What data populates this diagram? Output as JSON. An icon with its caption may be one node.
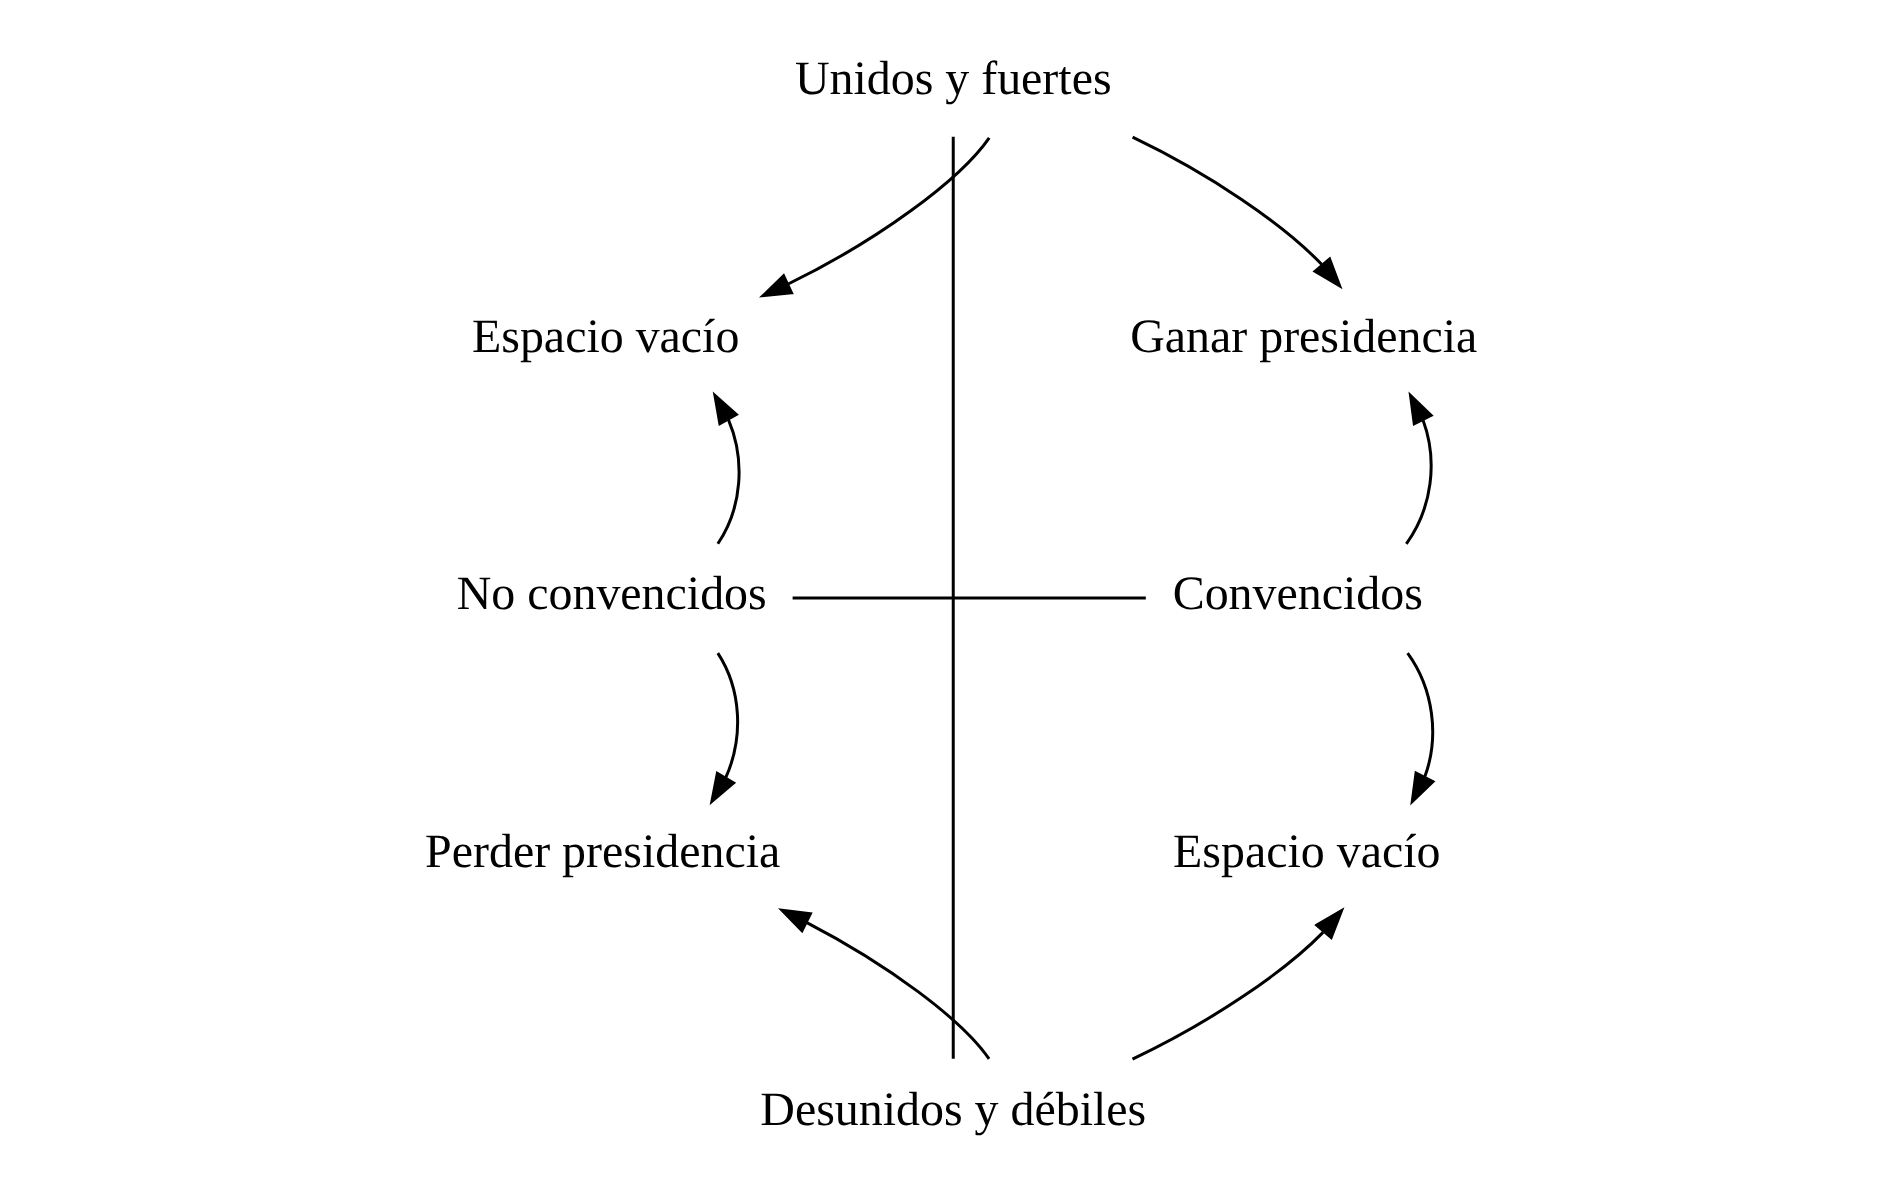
{
  "diagram": {
    "nodes": [
      {
        "text": [
          "Unidos y fuertes"
        ]
      },
      {
        "text": [
          "Espacio vacío"
        ]
      },
      {
        "text": [
          "Ganar presidencia"
        ]
      },
      {
        "text": [
          "No convencidos"
        ]
      },
      {
        "text": [
          "Convencidos"
        ]
      },
      {
        "text": [
          "Perder presidencia"
        ]
      },
      {
        "text": [
          "Espacio vacío"
        ]
      },
      {
        "text": [
          "Desunidos y débiles"
        ]
      }
    ],
    "edges": [
      {
        "from": 0,
        "to": 7,
        "arrow": "none"
      },
      {
        "from": 3,
        "to": 4,
        "arrow": "none"
      },
      {
        "from": 0,
        "to": 1,
        "arrow": "to"
      },
      {
        "from": 0,
        "to": 2,
        "arrow": "to"
      },
      {
        "from": 3,
        "to": 1,
        "arrow": "to"
      },
      {
        "from": 4,
        "to": 2,
        "arrow": "to"
      },
      {
        "from": 3,
        "to": 5,
        "arrow": "to"
      },
      {
        "from": 4,
        "to": 6,
        "arrow": "to"
      },
      {
        "from": 7,
        "to": 5,
        "arrow": "to"
      },
      {
        "from": 7,
        "to": 6,
        "arrow": "to"
      }
    ]
  }
}
